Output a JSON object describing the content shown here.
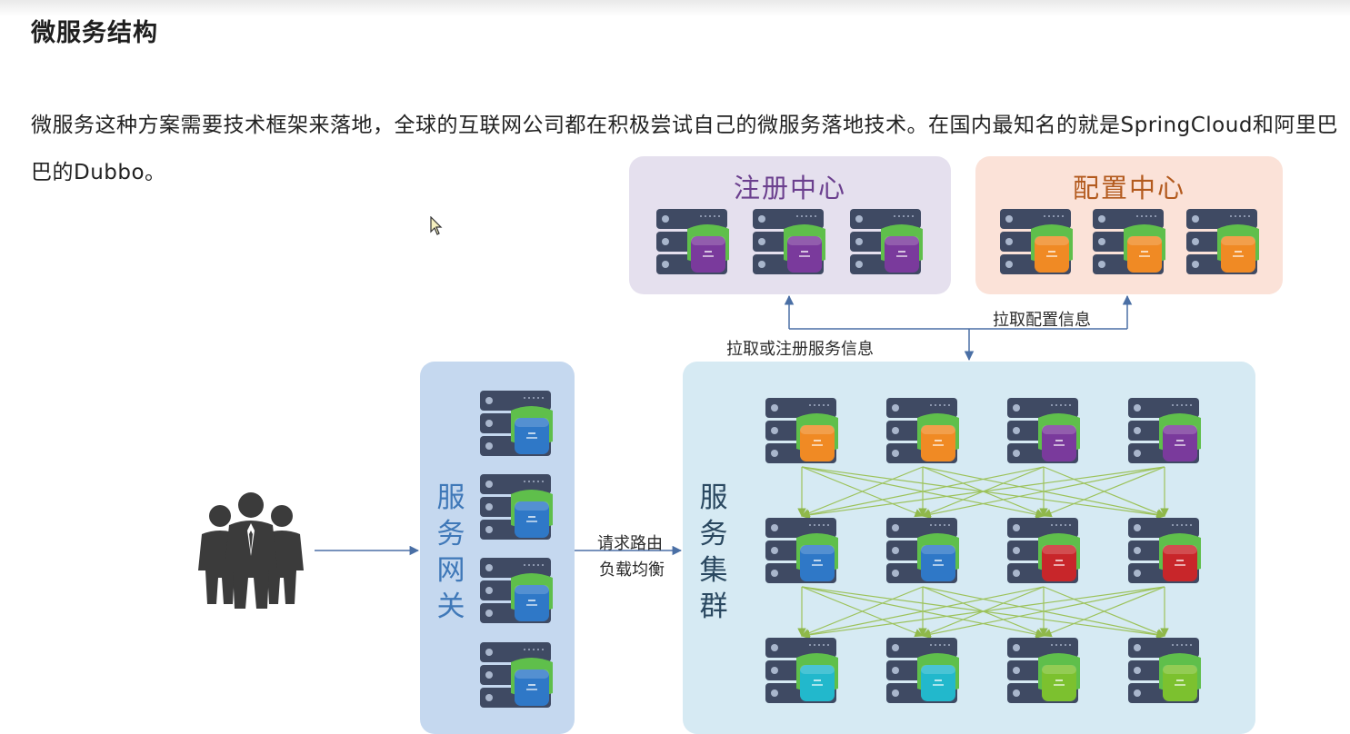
{
  "heading": "微服务结构",
  "paragraph": "微服务这种方案需要技术框架来落地，全球的互联网公司都在积极尝试自己的微服务落地技术。在国内最知名的就是SpringCloud和阿里巴巴的Dubbo。",
  "diagram": {
    "registry": {
      "title": "注册中心",
      "chip_color": "#7a3a9c",
      "servers": 3
    },
    "config": {
      "title": "配置中心",
      "chip_color": "#f08a24",
      "servers": 3
    },
    "gateway": {
      "title": "服务网关",
      "title_chars": [
        "服",
        "务",
        "网",
        "关"
      ],
      "chip_color": "#2f78c7",
      "servers": 4
    },
    "cluster": {
      "title": "服务集群",
      "title_chars": [
        "服",
        "务",
        "集",
        "群"
      ],
      "rows": [
        [
          "#f08a24",
          "#f08a24",
          "#7a3a9c",
          "#7a3a9c"
        ],
        [
          "#2f78c7",
          "#2f78c7",
          "#c8262a",
          "#c8262a"
        ],
        [
          "#22b8cc",
          "#22b8cc",
          "#7cc12f",
          "#7cc12f"
        ]
      ]
    },
    "labels": {
      "pull_config": "拉取配置信息",
      "pull_or_register": "拉取或注册服务信息",
      "request_route": "请求路由",
      "load_balance": "负载均衡"
    },
    "users_icon": "people-group-icon",
    "colors": {
      "arrow_blue": "#4a6fa5",
      "arrow_green": "#9cc25a",
      "server_body": "#3f4a63",
      "server_lid": "#5fbf4b"
    }
  }
}
